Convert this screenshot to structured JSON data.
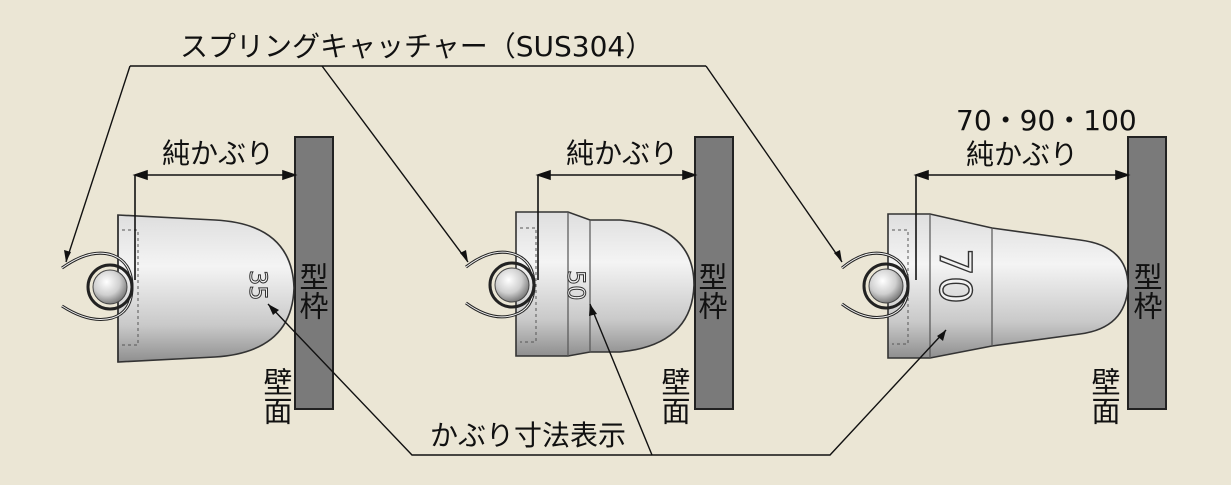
{
  "labels": {
    "spring_catcher": "スプリングキャッチャー（SUS304）",
    "cover_dimension_display": "かぶり寸法表示",
    "wall_surface": "壁面",
    "formwork": "型枠",
    "net_cover": "純かぶり",
    "cover_options": "70・90・100"
  },
  "spacers": [
    {
      "marking": "35"
    },
    {
      "marking": "50"
    },
    {
      "marking": "70"
    }
  ],
  "colors": {
    "background": "#ebe6d5",
    "formwork": "#7a7a7a",
    "spacer_light": "#ededed",
    "spacer_mid": "#c6c6c6",
    "spacer_dark": "#9a9a9a",
    "line": "#1a1a1a"
  }
}
